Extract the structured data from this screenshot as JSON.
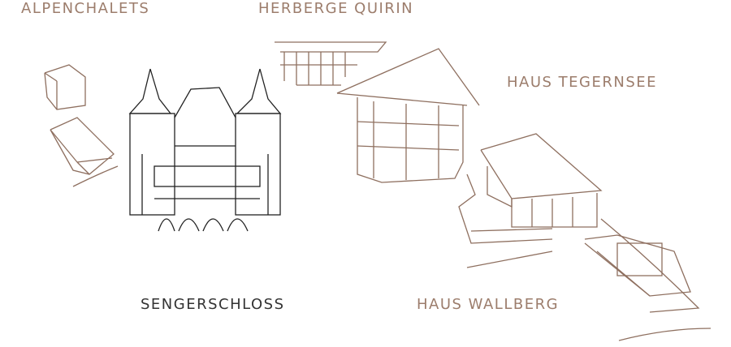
{
  "labels": {
    "alpenchalets": "ALPENCHALETS",
    "herberge_quirin": "HERBERGE QUIRIN",
    "haus_tegernsee": "HAUS TEGERNSEE",
    "sengerschloss": "SENGERSCHLOSS",
    "haus_wallberg": "HAUS WALLBERG"
  },
  "colors": {
    "accent": "#9c7d6c",
    "dark_label": "#333333",
    "sketch_brown": "#8e6f5f",
    "sketch_black": "#222222"
  }
}
